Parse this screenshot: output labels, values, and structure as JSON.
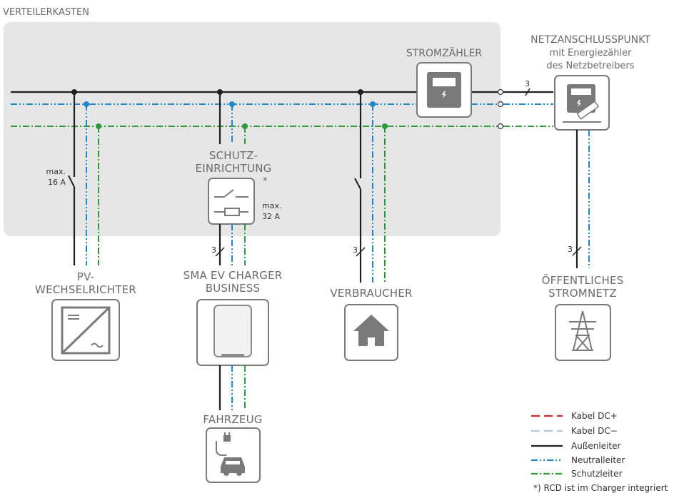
{
  "title": "VERTEILERKASTEN",
  "meter": {
    "label": "STROMZÄHLER"
  },
  "grid_point": {
    "line1": "NETZANSCHLUSSPUNKT",
    "line2": "mit Energiezähler",
    "line3": "des Netzbetreibers"
  },
  "protection": {
    "line1": "SCHUTZ-",
    "line2": "EINRICHTUNG",
    "star": "*",
    "max_label": "max.",
    "max_value": "32 A"
  },
  "pv_breaker": {
    "max_label": "max.",
    "max_value": "16 A"
  },
  "pv": {
    "line1": "PV-",
    "line2": "WECHSELRICHTER"
  },
  "charger": {
    "line1": "SMA EV CHARGER",
    "line2": "BUSINESS"
  },
  "consumer": {
    "label": "VERBRAUCHER"
  },
  "public_grid": {
    "line1": "ÖFFENTLICHES",
    "line2": "STROMNETZ"
  },
  "vehicle": {
    "label": "FAHRZEUG"
  },
  "conductor_count": "3",
  "legend": [
    {
      "label": "Kabel DC+",
      "color": "#d42828",
      "style": "dashed"
    },
    {
      "label": "Kabel DC−",
      "color": "#b9c6d8",
      "style": "dashed"
    },
    {
      "label": "Außenleiter",
      "color": "#1f1f1f",
      "style": "solid"
    },
    {
      "label": "Neutralleiter",
      "color": "#1e88c8",
      "style": "dash-dot-dot"
    },
    {
      "label": "Schutzleiter",
      "color": "#2e9a3a",
      "style": "dash-dot"
    }
  ],
  "footnote": "*) RCD ist im Charger integriert"
}
